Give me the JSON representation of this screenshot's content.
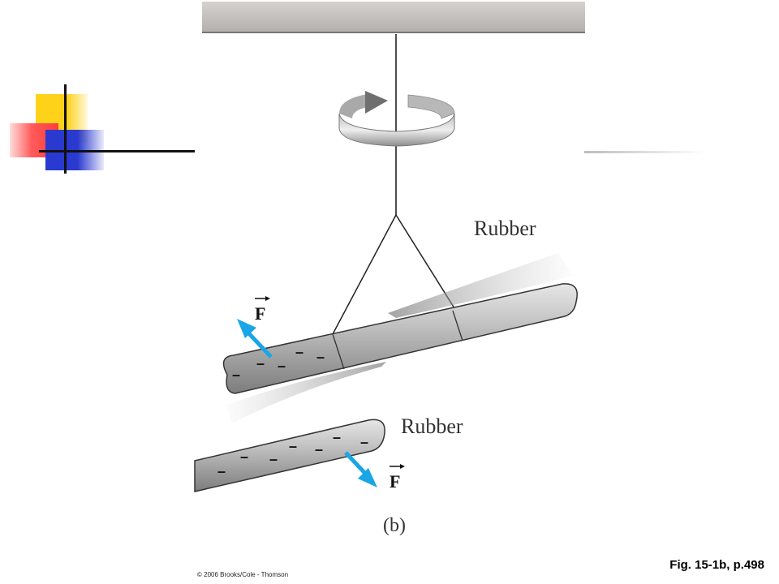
{
  "figure": {
    "label_rubber_top": "Rubber",
    "label_rubber_bottom": "Rubber",
    "label_force_top": "F",
    "label_force_bottom": "F",
    "panel_label": "(b)",
    "charge_sign": "–"
  },
  "caption": "Fig. 15-1b, p.498",
  "copyright": "© 2006 Brooks/Cole - Thomson",
  "colors": {
    "force_arrow": "#1aa6e6",
    "ceiling": "#c8c4c2",
    "rod_body": "#9a9a9a",
    "accent_yellow": "#ffd21a",
    "accent_red": "#ff3c3c",
    "accent_blue": "#2a3ad0"
  }
}
